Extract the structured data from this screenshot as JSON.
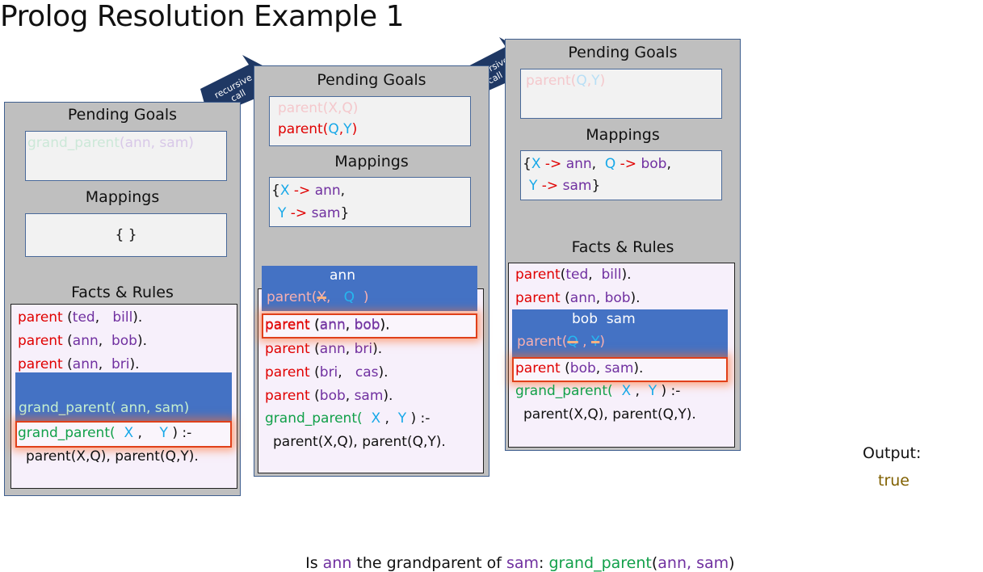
{
  "title": "Prolog Resolution Example 1",
  "arrow_label": "recursive\ncall",
  "panel1": {
    "pending_title": "Pending Goals",
    "pending": {
      "name": "grand_parent",
      "open": "(",
      "args": "ann, sam",
      "close": ")"
    },
    "mappings_title": "Mappings",
    "mappings": "{ }",
    "facts_title": "Facts & Rules",
    "facts": [
      {
        "pred": "parent",
        "sep": " (",
        "a": "ted",
        "comma": ",   ",
        "b": "bill",
        "end": ")."
      },
      {
        "pred": "parent",
        "sep": " (",
        "a": "ann",
        "comma": ",  ",
        "b": "bob",
        "end": ")."
      },
      {
        "pred": "parent",
        "sep": " (",
        "a": "ann",
        "comma": ",  ",
        "b": "bri",
        "end": ")."
      }
    ],
    "match_goal": "grand_parent( ann, sam)",
    "rule_head": {
      "name": "grand_parent(",
      "x": "X",
      "comma": " ,",
      "y": "Y",
      "tail": " ) :-"
    },
    "rule_body": "parent(X,Q), parent(Q,Y)."
  },
  "panel2": {
    "pending_title": "Pending Goals",
    "pending": [
      {
        "pred": "parent",
        "args": "(X,Q)"
      },
      {
        "pred": "parent",
        "open": "(",
        "q": "Q",
        "comma": ",",
        "y": "Y",
        "close": ")"
      }
    ],
    "mappings_title": "Mappings",
    "mappings": {
      "open": "{",
      "m1_var": "X",
      "arrow": "->",
      "m1_val": "ann",
      "m1_sep": ",",
      "m2_var": "Y",
      "m2_val": "sam",
      "close": "}"
    },
    "bar_value": "ann",
    "bar_pred": "parent(",
    "bar_x": "X",
    "bar_comma": ",",
    "bar_q": "Q",
    "bar_close": ")",
    "facts": [
      {
        "pred": "parent",
        "sep": " (",
        "a": "ann",
        "comma": ", ",
        "b": "bob",
        "end": ")."
      },
      {
        "pred": "parent",
        "sep": " (",
        "a": "ann",
        "comma": ", ",
        "b": "bri",
        "end": ")."
      },
      {
        "pred": "parent",
        "sep": " (",
        "a": "bri",
        "comma": ",   ",
        "b": "cas",
        "end": ")."
      },
      {
        "pred": "parent",
        "sep": " (",
        "a": "bob",
        "comma": ", ",
        "b": "sam",
        "end": ")."
      }
    ],
    "rule_head": {
      "name": "grand_parent(",
      "x": "X",
      "comma": " ,",
      "y": "Y",
      "tail": " ) :-"
    },
    "rule_body": "parent(X,Q), parent(Q,Y)."
  },
  "panel3": {
    "pending_title": "Pending Goals",
    "pending": {
      "pred": "parent",
      "open": "(",
      "q": "Q",
      "comma": ",",
      "y": "Y",
      "close": ")"
    },
    "mappings_title": "Mappings",
    "mappings": {
      "open": "{",
      "x": "X",
      "arrow": "->",
      "xv": "ann",
      "sep": ",",
      "q": "Q",
      "qv": "bob",
      "y": "Y",
      "yv": "sam",
      "close": "}"
    },
    "facts_title": "Facts & Rules",
    "facts_top": [
      {
        "pred": "parent",
        "open": "(",
        "a": "ted",
        "comma": ",  ",
        "b": "bill",
        "end": ")."
      },
      {
        "pred": "parent",
        "open": " (",
        "a": "ann",
        "comma": ", ",
        "b": "bob",
        "end": ")."
      }
    ],
    "bar_values": "bob  sam",
    "bar_pred": "parent(",
    "bar_q": "Q",
    "bar_comma": " ,",
    "bar_y": "Y",
    "bar_close": ")",
    "match": {
      "pred": "parent",
      "sep": " (",
      "a": "bob",
      "comma": ", ",
      "b": "sam",
      "end": ")."
    },
    "rule_head": {
      "name": "grand_parent(",
      "x": "X",
      "comma": " ,",
      "y": "Y",
      "tail": " ) :-"
    },
    "rule_body": "parent(X,Q), parent(Q,Y)."
  },
  "output": {
    "label": "Output:",
    "value": "true"
  },
  "question": {
    "lead": "Is ",
    "a": "ann",
    "mid": " the grandparent of ",
    "b": "sam",
    "colon": ": ",
    "goal": "grand_parent",
    "open": "(",
    "args": "ann, sam",
    "close": ")"
  },
  "colors": {
    "predicate": "#e00000",
    "atom": "#7030a0",
    "rule": "#12a04a",
    "variable": "#17a8e8",
    "bar": "#4472c4",
    "panel": "#bfbfbf",
    "arrow": "#1f3864"
  }
}
